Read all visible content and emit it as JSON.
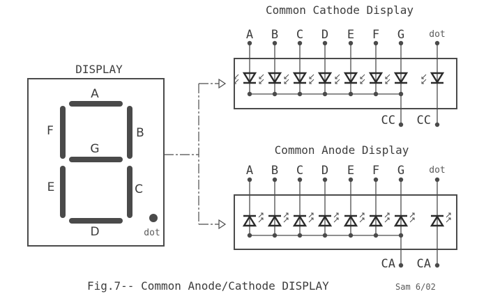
{
  "display": {
    "title": "DISPLAY",
    "segments": [
      {
        "id": "A",
        "label": "A"
      },
      {
        "id": "B",
        "label": "B"
      },
      {
        "id": "C",
        "label": "C"
      },
      {
        "id": "D",
        "label": "D"
      },
      {
        "id": "E",
        "label": "E"
      },
      {
        "id": "F",
        "label": "F"
      },
      {
        "id": "G",
        "label": "G"
      }
    ],
    "dot_label": "dot"
  },
  "common_cathode": {
    "title": "Common Cathode Display",
    "pins": [
      "A",
      "B",
      "C",
      "D",
      "E",
      "F",
      "G",
      "dot"
    ],
    "common_labels": [
      "CC",
      "CC"
    ]
  },
  "common_anode": {
    "title": "Common Anode Display",
    "pins": [
      "A",
      "B",
      "C",
      "D",
      "E",
      "F",
      "G",
      "dot"
    ],
    "common_labels": [
      "CA",
      "CA"
    ]
  },
  "caption": "Fig.7-- Common Anode/Cathode DISPLAY",
  "signature": "Sam 6/02"
}
